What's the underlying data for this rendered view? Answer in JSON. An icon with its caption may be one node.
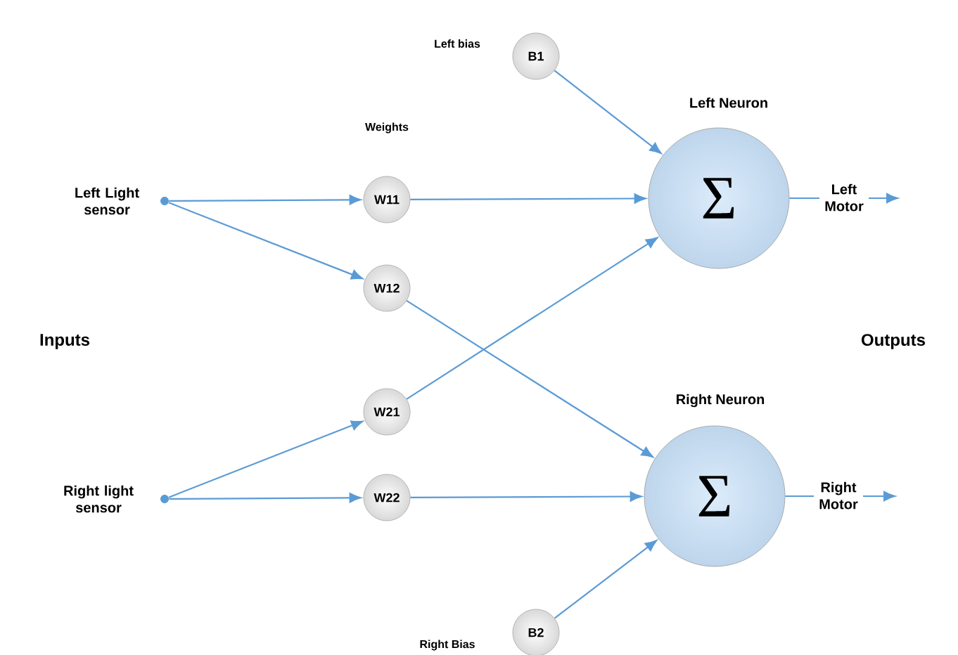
{
  "diagram": {
    "nodes": [
      {
        "text": [],
        "shape": "circle",
        "beside": [
          "Left Light sensor"
        ]
      },
      {
        "text": [],
        "shape": "circle",
        "beside": [
          "Right light sensor"
        ]
      },
      {
        "text": [
          "W11"
        ]
      },
      {
        "text": [
          "W12"
        ]
      },
      {
        "text": [
          "W21"
        ]
      },
      {
        "text": [
          "W22"
        ]
      },
      {
        "text": [
          "B1"
        ],
        "beside": [
          "Left bias"
        ]
      },
      {
        "text": [
          "B2"
        ],
        "beside": [
          "Right Bias"
        ]
      },
      {
        "text": [
          "Left Neuron",
          "Σ"
        ]
      },
      {
        "text": [
          "Right Neuron",
          "Σ"
        ]
      }
    ],
    "edges": [
      {
        "from": 0,
        "to": 2,
        "arrow": "to"
      },
      {
        "from": 0,
        "to": 3,
        "arrow": "to"
      },
      {
        "from": 1,
        "to": 4,
        "arrow": "to"
      },
      {
        "from": 1,
        "to": 5,
        "arrow": "to"
      },
      {
        "from": 2,
        "to": 8,
        "arrow": "to"
      },
      {
        "from": 3,
        "to": 9,
        "arrow": "to"
      },
      {
        "from": 4,
        "to": 8,
        "arrow": "to"
      },
      {
        "from": 5,
        "to": 9,
        "arrow": "to"
      },
      {
        "from": 6,
        "to": 8,
        "arrow": "to"
      },
      {
        "from": 7,
        "to": 9,
        "arrow": "to"
      },
      {
        "from": 8,
        "to": null,
        "arrow": "to",
        "label": "Left Motor"
      },
      {
        "from": 9,
        "to": null,
        "arrow": "to",
        "label": "Right Motor"
      }
    ],
    "labels": [
      "Weights",
      "Inputs",
      "Outputs"
    ]
  }
}
